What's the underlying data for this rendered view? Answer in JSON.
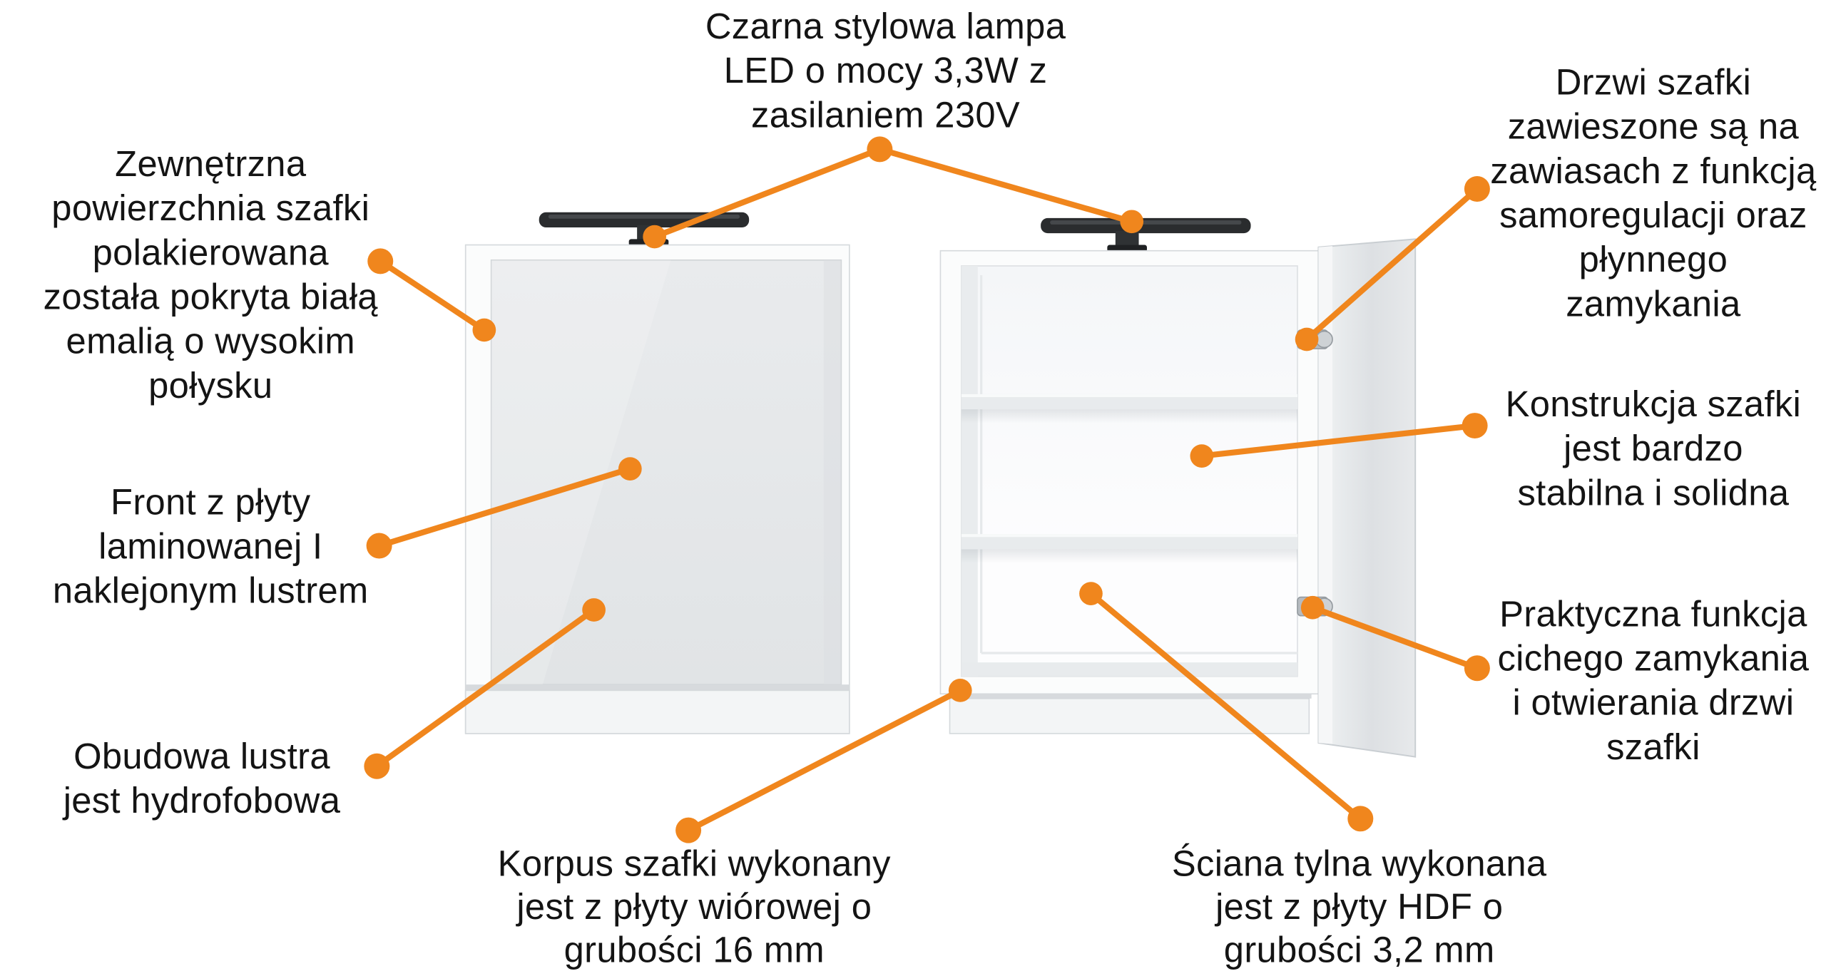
{
  "colors": {
    "accent_orange": "#F0861D",
    "text": "#141414",
    "lamp_black": "#2A2C2E",
    "cabinet_white": "#FBFCFC",
    "mirror_gray": "#E6E8EA"
  },
  "annotations": {
    "lamp": {
      "text": "Czarna stylowa lampa\nLED o mocy 3,3W z\nzasilaniem 230V"
    },
    "exterior": {
      "text": "Zewnętrzna\npowierzchnia szafki\npolakierowana\nzostała pokryta białą\nemalią o wysokim\npołysku"
    },
    "front": {
      "text": "Front z płyty\nlaminowanej I\nnaklejonym lustrem"
    },
    "mirror_housing": {
      "text": "Obudowa lustra\njest hydrofobowa"
    },
    "body": {
      "text": "Korpus szafki wykonany\njest z płyty wiórowej o\ngrubości 16 mm"
    },
    "back_wall": {
      "text": "Ściana tylna wykonana\njest z płyty HDF o\ngrubości 3,2 mm"
    },
    "door": {
      "text": "Drzwi szafki\nzawieszone są na\nzawiasach z funkcją\nsamoregulacji oraz\npłynnego\nzamykania"
    },
    "construction": {
      "text": "Konstrukcja szafki\njest bardzo\nstabilna i solidna"
    },
    "soft_close": {
      "text": "Praktyczna funkcja\ncichego zamykania\ni otwierania drzwi\nszafki"
    }
  }
}
